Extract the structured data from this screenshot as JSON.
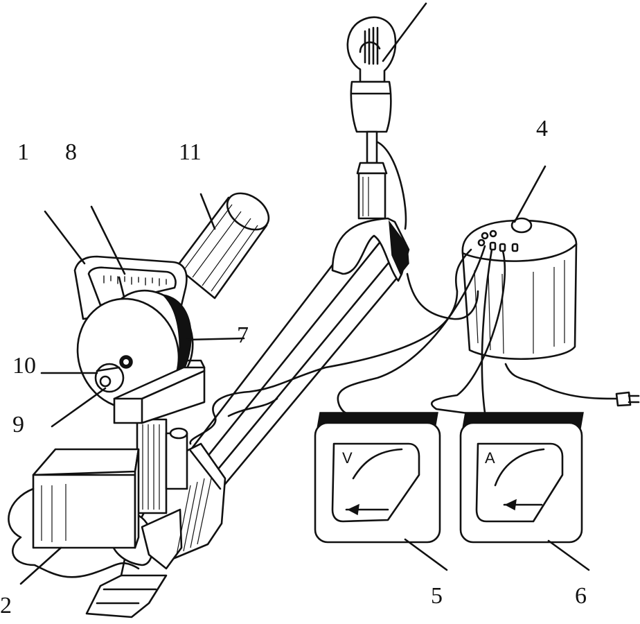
{
  "figure": {
    "labels": {
      "l1": "1",
      "l2": "2",
      "l4": "4",
      "l5": "5",
      "l6": "6",
      "l7": "7",
      "l8": "8",
      "l9": "9",
      "l10": "10",
      "l11": "11"
    },
    "meters": {
      "voltmeter_letter": "V",
      "ammeter_letter": "A"
    }
  }
}
